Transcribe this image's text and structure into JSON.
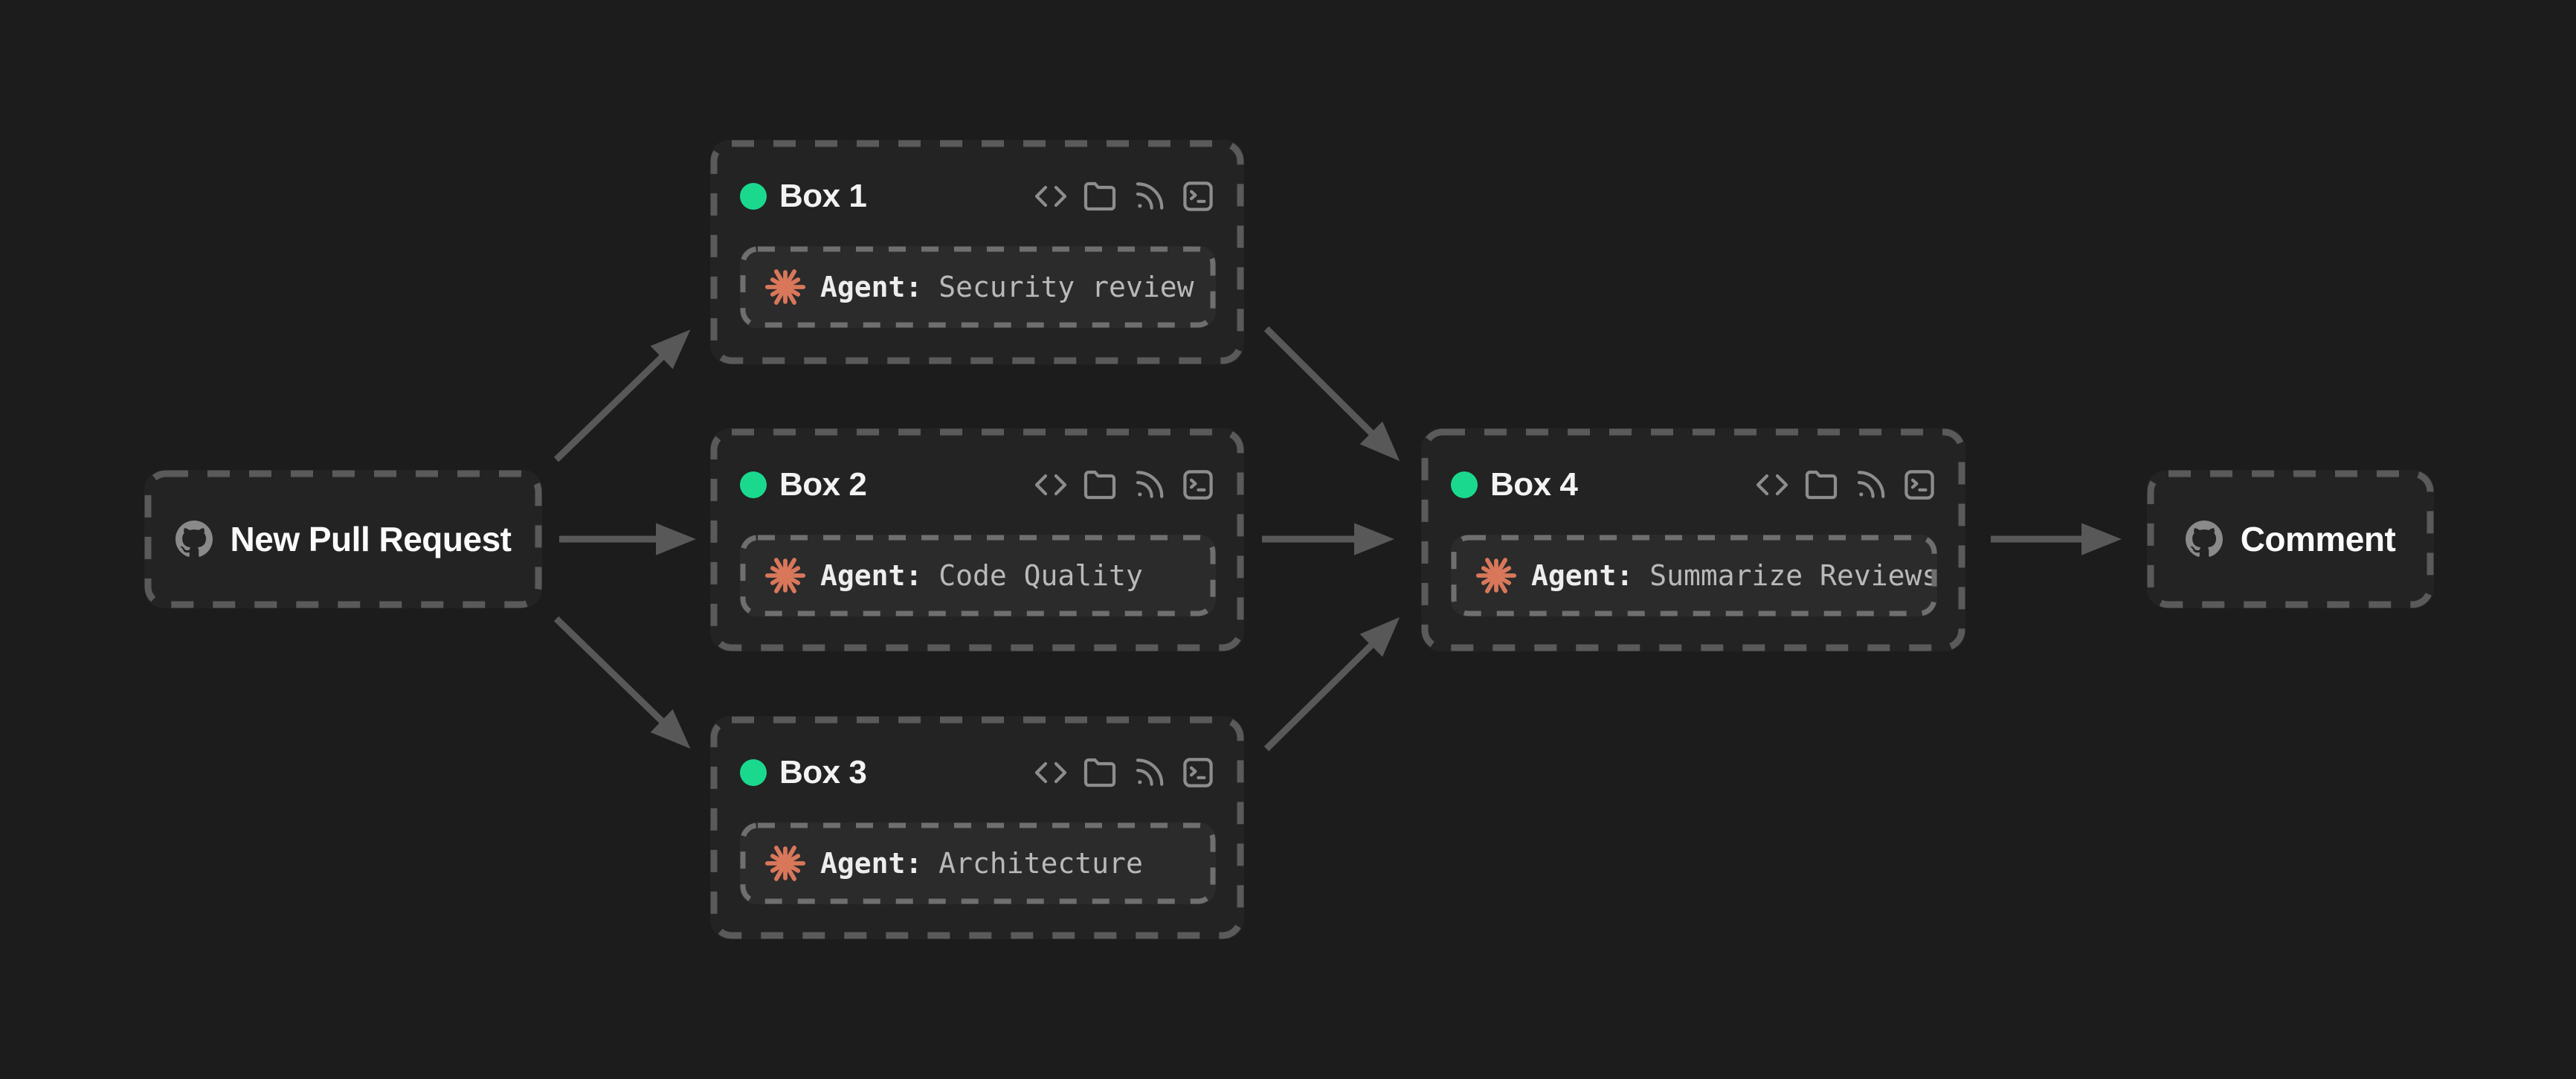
{
  "source": {
    "label": "New Pull Request",
    "icon": "github-icon"
  },
  "sink": {
    "label": "Comment",
    "icon": "github-icon"
  },
  "boxes": [
    {
      "title": "Box 1",
      "agent_label": "Agent:",
      "agent_value": "Security review"
    },
    {
      "title": "Box 2",
      "agent_label": "Agent:",
      "agent_value": "Code Quality"
    },
    {
      "title": "Box 3",
      "agent_label": "Agent:",
      "agent_value": "Architecture"
    },
    {
      "title": "Box 4",
      "agent_label": "Agent:",
      "agent_value": "Summarize Reviews"
    }
  ],
  "header_icons": [
    "code-icon",
    "folder-icon",
    "rss-icon",
    "terminal-icon"
  ],
  "colors": {
    "status_green": "#1ad98e",
    "agent_coral": "#d9775a",
    "arrow_gray": "#585858",
    "background": "#1c1c1c"
  }
}
